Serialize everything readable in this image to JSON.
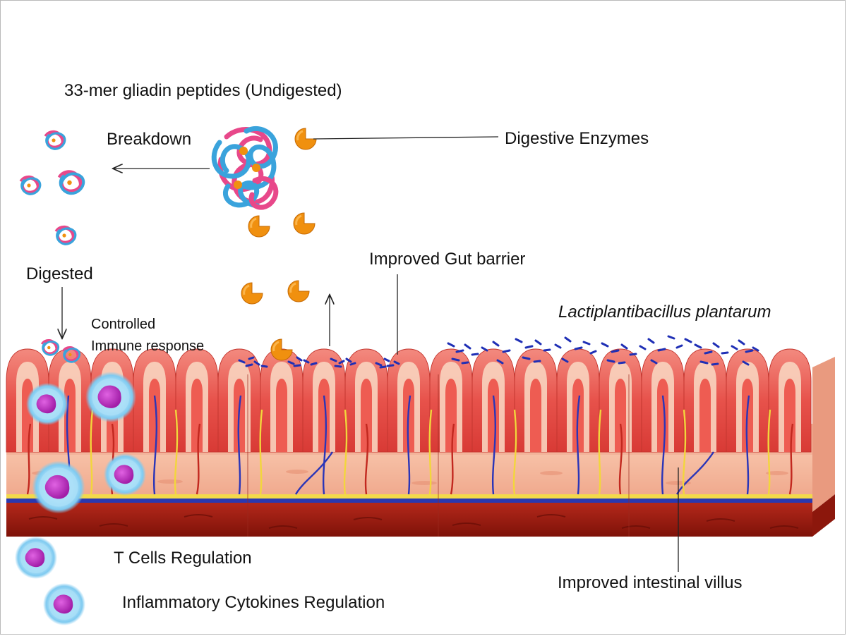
{
  "labels": {
    "undigested": "33-mer gliadin peptides (Undigested)",
    "breakdown": "Breakdown",
    "digestive_enzymes": "Digestive Enzymes",
    "digested": "Digested",
    "improved_gut_barrier": "Improved Gut barrier",
    "lactiplantibacillus": "Lactiplantibacillus plantarum",
    "controlled": "Controlled",
    "immune_response": "Immune response",
    "improved_villus": "Improved intestinal villus"
  },
  "legend": [
    {
      "icon": "t-cell-icon",
      "label": "T Cells Regulation"
    },
    {
      "icon": "immune-cell-icon",
      "label": "Inflammatory Cytokines Regulation"
    }
  ],
  "colors": {
    "peptide_pink": "#e8488a",
    "peptide_blue": "#3aa3dc",
    "enzyme_orange": "#f0900f",
    "bacteria_blue": "#1f2fb5",
    "villus_red": "#e8504a",
    "villus_light": "#f6c9b1",
    "tissue_dark": "#9b1b12",
    "cell_glow": "#8fd3f4",
    "cell_nucleus": "#c12bc8"
  }
}
